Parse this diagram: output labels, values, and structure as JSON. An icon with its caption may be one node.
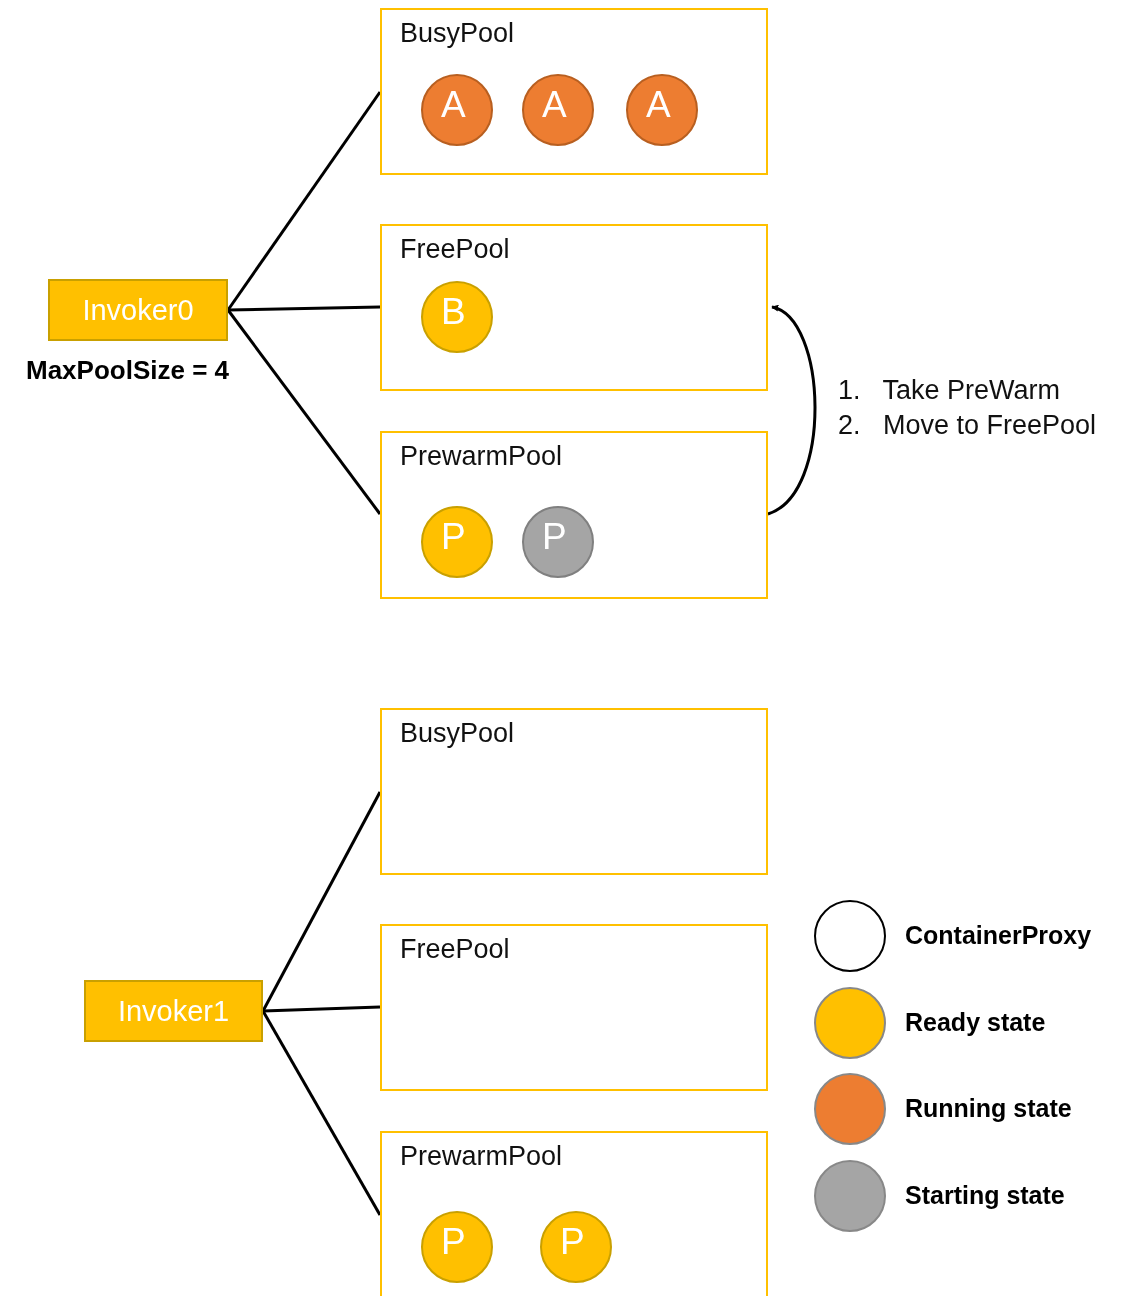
{
  "diagram": {
    "nodes": [
      {
        "text": [
          "Invoker0"
        ],
        "beside": [
          "MaxPoolSize = 4"
        ]
      },
      {
        "text": [
          "BusyPool"
        ]
      },
      {
        "text": [
          "A"
        ],
        "in": 1
      },
      {
        "text": [
          "A"
        ],
        "in": 1
      },
      {
        "text": [
          "A"
        ],
        "in": 1
      },
      {
        "text": [
          "FreePool"
        ]
      },
      {
        "text": [
          "B"
        ],
        "in": 5
      },
      {
        "text": [
          "PrewarmPool"
        ]
      },
      {
        "text": [
          "P"
        ],
        "in": 7
      },
      {
        "text": [
          "P"
        ],
        "in": 7
      },
      {
        "text": [
          "Invoker1"
        ]
      },
      {
        "text": [
          "BusyPool"
        ]
      },
      {
        "text": [
          "FreePool"
        ]
      },
      {
        "text": [
          "PrewarmPool"
        ]
      },
      {
        "text": [
          "P"
        ],
        "in": 13
      },
      {
        "text": [
          "P"
        ],
        "in": 13
      }
    ],
    "edges": [
      {
        "from": 0,
        "to": 1,
        "arrow": "none"
      },
      {
        "from": 0,
        "to": 5,
        "arrow": "none"
      },
      {
        "from": 0,
        "to": 7,
        "arrow": "none"
      },
      {
        "from": 7,
        "to": 5,
        "arrow": "to"
      },
      {
        "from": 10,
        "to": 11,
        "arrow": "none"
      },
      {
        "from": 10,
        "to": 12,
        "arrow": "none"
      },
      {
        "from": 10,
        "to": 13,
        "arrow": "none"
      }
    ],
    "labels": [
      "1.   Take PreWarm",
      "2.   Move to FreePool"
    ],
    "legend": [
      {
        "text": "ContainerProxy",
        "color": "#ffffff"
      },
      {
        "text": "Ready state",
        "color": "#ffc000"
      },
      {
        "text": "Running state",
        "color": "#ed7d31"
      },
      {
        "text": "Starting state",
        "color": "#a5a5a5"
      }
    ]
  }
}
